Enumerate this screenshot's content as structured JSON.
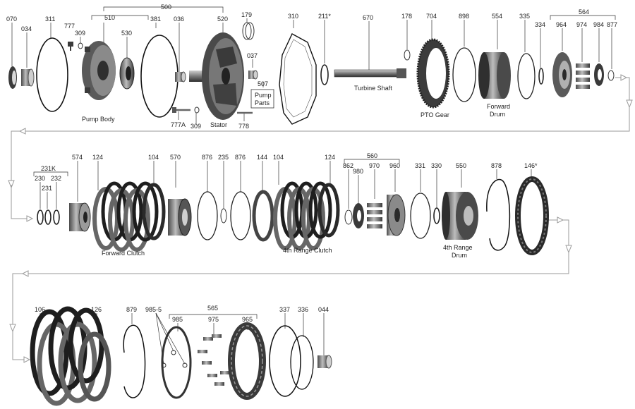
{
  "colors": {
    "ink": "#222222",
    "flow": "#9a9a9a",
    "metal_dark": "#3a3a3a",
    "metal_mid": "#7a7a7a",
    "metal_light": "#bdbdbd"
  },
  "part_numbers": {
    "p070": "070",
    "p034": "034",
    "p311": "311",
    "p777": "777",
    "p309a": "309",
    "p510": "510",
    "p530": "530",
    "p500": "500",
    "p381": "381",
    "p036": "036",
    "p520": "520",
    "p179": "179",
    "p037": "037",
    "p507": "507",
    "p777a": "777A",
    "p309b": "309",
    "p778": "778",
    "p310": "310",
    "p211": "211*",
    "p670": "670",
    "p178": "178",
    "p704": "704",
    "p898": "898",
    "p554": "554",
    "p335": "335",
    "p334": "334",
    "p564": "564",
    "p964": "964",
    "p974": "974",
    "p984": "984",
    "p877": "877",
    "p231k": "231K",
    "p230": "230",
    "p231": "231",
    "p232": "232",
    "p574": "574",
    "p124a": "124",
    "p104a": "104",
    "p570": "570",
    "p876a": "876",
    "p235": "235",
    "p876b": "876",
    "p144": "144",
    "p104b": "104",
    "p124b": "124",
    "p560": "560",
    "p862": "862",
    "p980": "980",
    "p970": "970",
    "p960": "960",
    "p331": "331",
    "p330": "330",
    "p550": "550",
    "p878": "878",
    "p146": "146*",
    "p106": "106",
    "p126": "126",
    "p879": "879",
    "p985_5": "985-5",
    "p985": "985",
    "p565": "565",
    "p975": "975",
    "p965": "965",
    "p337": "337",
    "p336": "336",
    "p044": "044"
  },
  "captions": {
    "pump_body": "Pump Body",
    "stator": "Stator",
    "pump_parts_line1": "Pump",
    "pump_parts_line2": "Parts",
    "turbine_shaft": "Turbine Shaft",
    "pto_gear": "PTO Gear",
    "forward_drum_line1": "Forward",
    "forward_drum_line2": "Drum",
    "forward_clutch": "Forward Clutch",
    "fourth_range_clutch": "4th Range Clutch",
    "fourth_range_drum_line1": "4th Range",
    "fourth_range_drum_line2": "Drum"
  }
}
